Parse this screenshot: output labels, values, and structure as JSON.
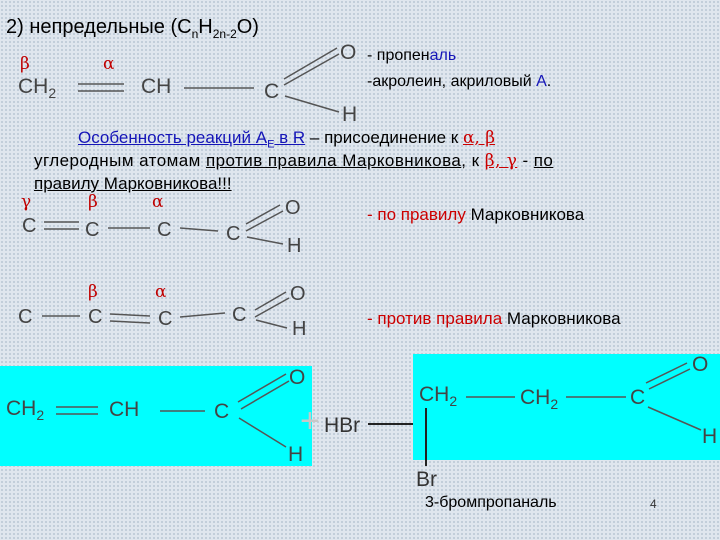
{
  "title": {
    "prefix": "2) непредельные (C",
    "n_sub": "n",
    "h": "H",
    "h_sub": "2n-2",
    "suffix": "O)"
  },
  "top": {
    "beta": "β",
    "alpha": "α",
    "ch2": "CH",
    "ch2_sub": "2",
    "ch": "CH",
    "c": "C",
    "o": "O",
    "h": "H",
    "label1_a": "- пропен",
    "label1_b": "аль",
    "label2_a": "-акролеин, акриловый ",
    "label2_b": "А",
    "label2_c": "."
  },
  "rule": {
    "line1_a": "Особенность реакций А",
    "line1_sub": "Е",
    "line1_b": " в R",
    "line1_c": " – присоединение к ",
    "line1_greek": "α, β",
    "line2_a": "углеродным атомам ",
    "line2_b": "против правила Марковникова",
    "line2_c": ", к ",
    "line2_greek": "β, γ",
    "line2_d": " - ",
    "line2_e": "по",
    "line3": "правилу Марковникова!!!"
  },
  "scheme1": {
    "gamma": "γ",
    "beta": "β",
    "alpha": "α",
    "c1": "C",
    "c2": "C",
    "c3": "C",
    "c4": "C",
    "o": "O",
    "h": "H",
    "label_a": "- по правилу ",
    "label_b": "Марковникова"
  },
  "scheme2": {
    "beta": "β",
    "alpha": "α",
    "c1": "C",
    "c2": "C",
    "c3": "C",
    "c4": "C",
    "o": "O",
    "h": "H",
    "label_a": "- против правила ",
    "label_b": "Марковникова"
  },
  "reaction": {
    "ch2": "CH",
    "ch2_sub": "2",
    "ch": "CH",
    "c": "C",
    "o": "O",
    "h": "H",
    "plus": "+",
    "hbr": "HBr",
    "p_ch2a": "CH",
    "p_ch2a_sub": "2",
    "p_ch2b": "CH",
    "p_ch2b_sub": "2",
    "p_c": "C",
    "p_o": "O",
    "p_h": "H",
    "p_br": "Br",
    "product_name": "3-бромпропаналь"
  },
  "page_number": "4",
  "colors": {
    "background": "#dfe6ee",
    "highlight": "#00ffff",
    "greek": "#c00000",
    "rule_text": "#1515b8",
    "accent_red": "#cc0000"
  }
}
